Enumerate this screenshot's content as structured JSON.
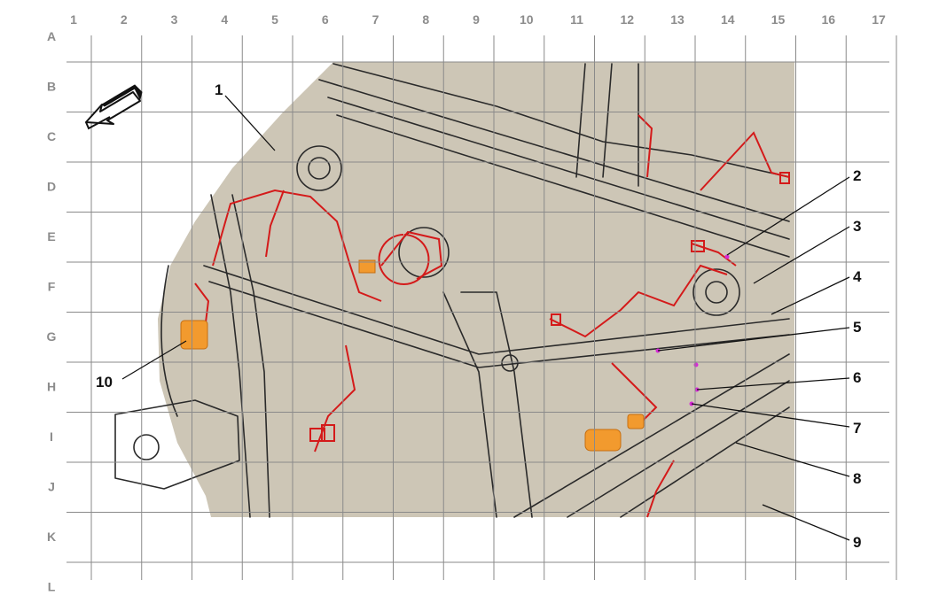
{
  "grid": {
    "columns": [
      "1",
      "2",
      "3",
      "4",
      "5",
      "6",
      "7",
      "8",
      "9",
      "10",
      "11",
      "12",
      "13",
      "14",
      "15",
      "16",
      "17"
    ],
    "rows": [
      "A",
      "B",
      "C",
      "D",
      "E",
      "F",
      "G",
      "H",
      "I",
      "J",
      "K",
      "L"
    ]
  },
  "diagram": {
    "orientation_arrow": "arrow-icon",
    "callouts": [
      {
        "id": "c1",
        "label": "1"
      },
      {
        "id": "c2",
        "label": "2"
      },
      {
        "id": "c3",
        "label": "3"
      },
      {
        "id": "c4",
        "label": "4"
      },
      {
        "id": "c5",
        "label": "5"
      },
      {
        "id": "c6",
        "label": "6"
      },
      {
        "id": "c7",
        "label": "7"
      },
      {
        "id": "c8",
        "label": "8"
      },
      {
        "id": "c9",
        "label": "9"
      },
      {
        "id": "c10",
        "label": "10"
      }
    ]
  },
  "colors": {
    "drawing_background": "#cdc6b6",
    "grid_line": "#8a8a8a",
    "header_text": "#8c8c8c",
    "structure_line": "#2a2a2a",
    "harness_red": "#d41a1a",
    "connector_orange": "#f29a2e",
    "splice_magenta": "#d62bd6"
  }
}
